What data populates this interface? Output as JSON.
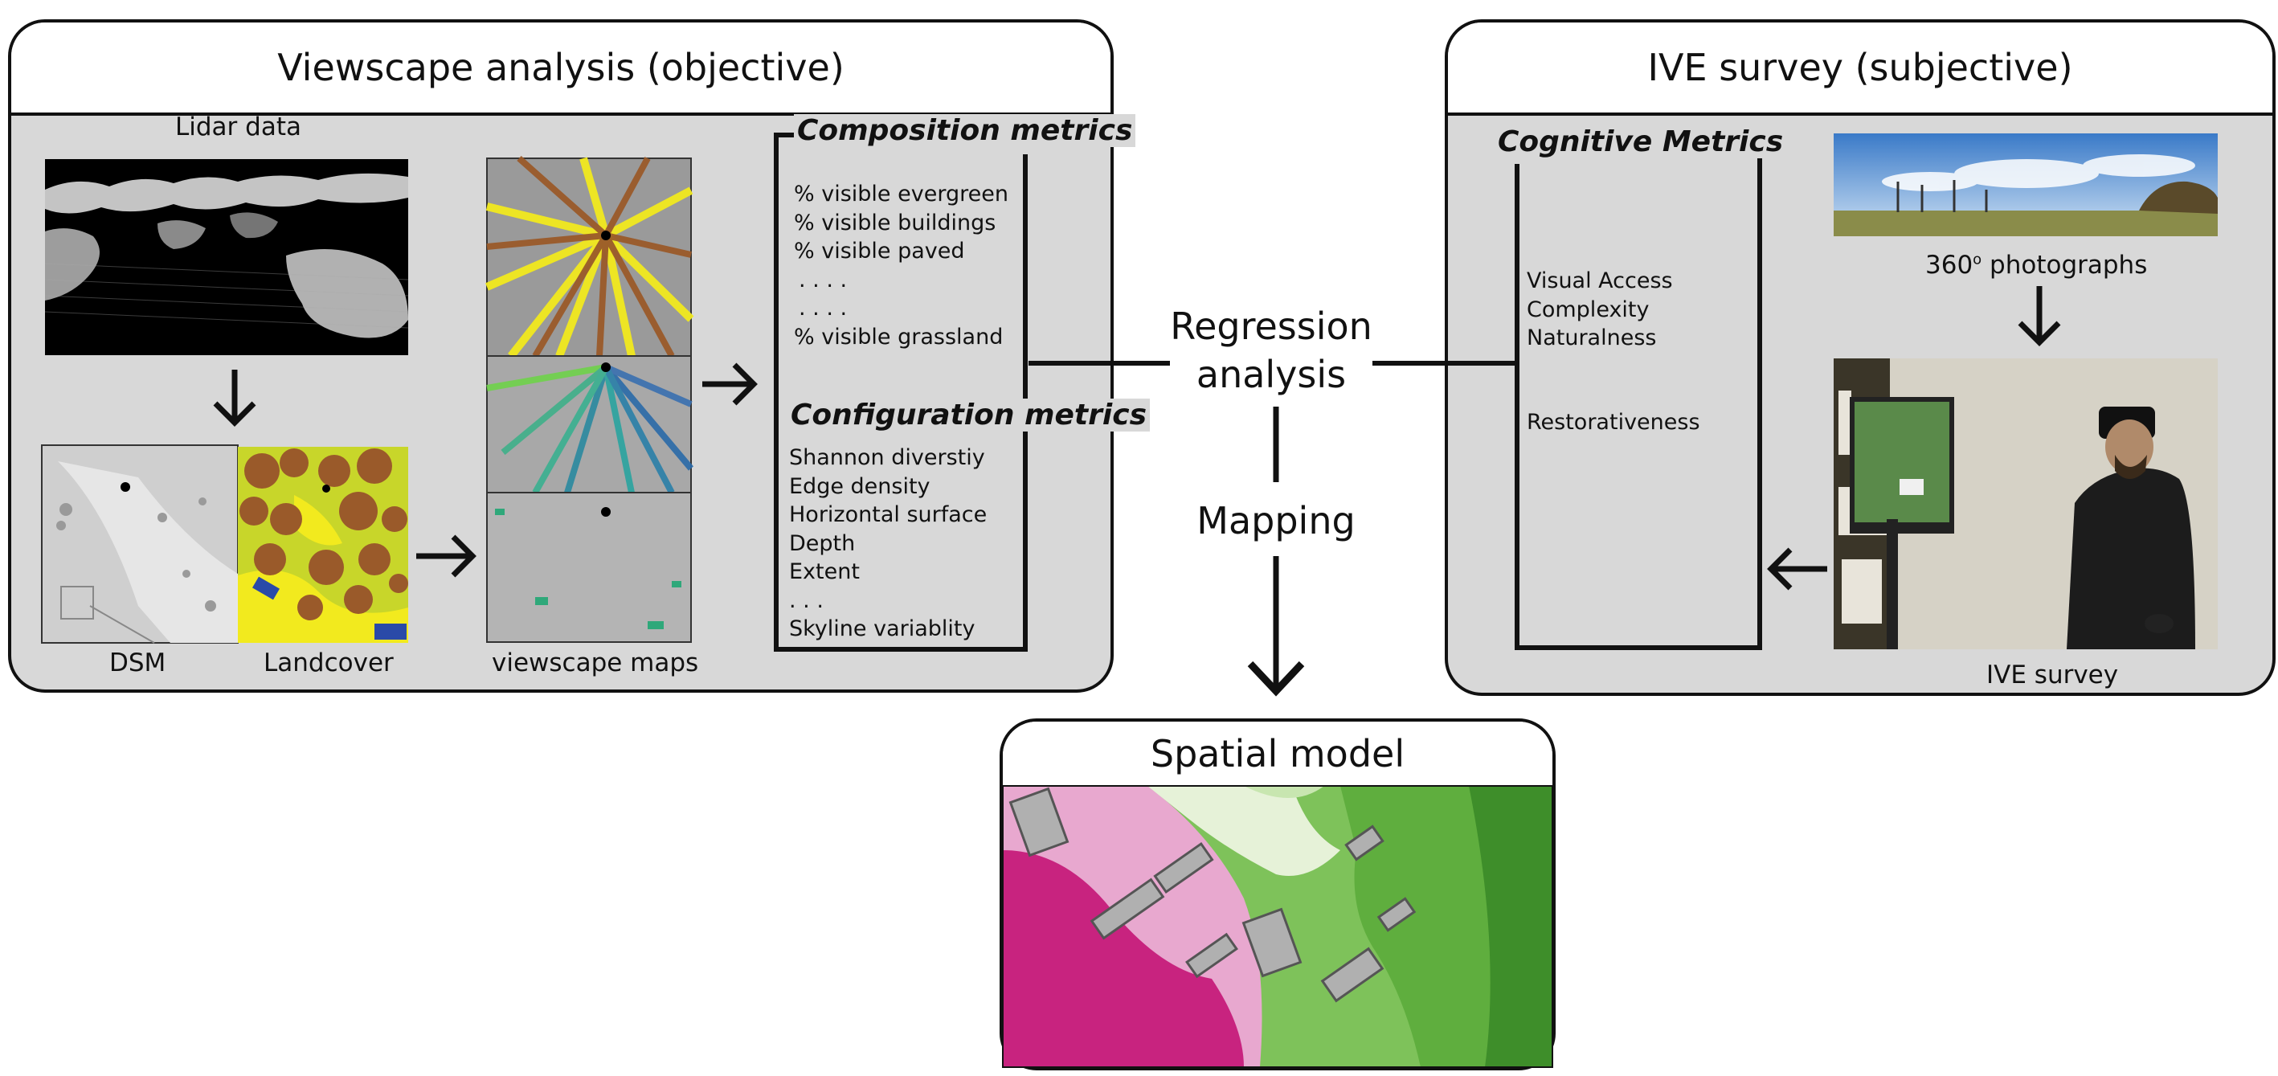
{
  "left_panel": {
    "title": "Viewscape analysis (objective)",
    "lidar_label": "Lidar data",
    "dsm_label": "DSM",
    "landcover_label": "Landcover",
    "viewscape_label": "viewscape maps"
  },
  "composition": {
    "heading": "Composition metrics",
    "items": [
      "% visible evergreen",
      "% visible buildings",
      "% visible paved",
      ". . . .",
      ". . . .",
      "% visible grassland"
    ]
  },
  "configuration": {
    "heading": "Configuration metrics",
    "items": [
      "Shannon diverstiy",
      "Edge density",
      "Horizontal surface",
      "Depth",
      "Extent",
      ". . .",
      "Skyline variablity"
    ]
  },
  "center": {
    "regression_line1": "Regression",
    "regression_line2": "analysis",
    "mapping": "Mapping"
  },
  "right_panel": {
    "title": "IVE survey (subjective)",
    "cognitive_heading": "Cognitive Metrics",
    "cognitive_items": [
      "Visual Access",
      "Complexity",
      "Naturalness"
    ],
    "restorative": "Restorativeness",
    "photo_label_prefix": "360",
    "photo_label_sup": "o",
    "photo_label_suffix": " photographs",
    "ive_label": "IVE survey"
  },
  "bottom_panel": {
    "title": "Spatial model"
  },
  "colors": {
    "panel_bg": "#d8d8d8",
    "landcover_green": "#c8d62a",
    "landcover_brown": "#9a5a2a",
    "landcover_yellow": "#f2ea1e",
    "landcover_blue": "#2a4aa8",
    "model_pink": "#c8237f",
    "model_green": "#5fae3e"
  }
}
